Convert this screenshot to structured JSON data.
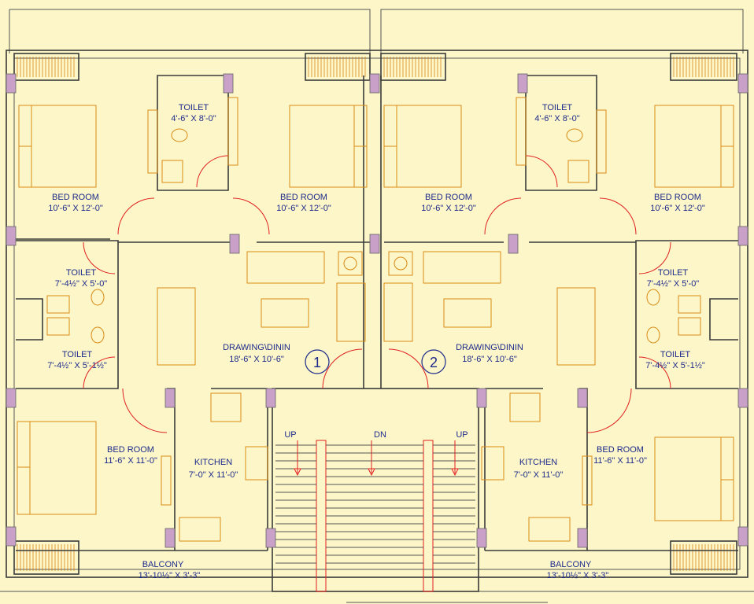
{
  "rooms": {
    "u1_bed_tl": {
      "name": "BED ROOM",
      "size": "10'-6\" X 12'-0\""
    },
    "u1_toilet_top": {
      "name": "TOILET",
      "size": "4'-6\" X 8'-0\""
    },
    "u1_bed_tr": {
      "name": "BED ROOM",
      "size": "10'-6\" X 12'-0\""
    },
    "u1_toilet_mid": {
      "name": "TOILET",
      "size": "7'-4½\" X 5'-0\""
    },
    "u1_toilet_low": {
      "name": "TOILET",
      "size": "7'-4½\" X 5'-1½\""
    },
    "u1_drawing": {
      "name": "DRAWING\\DININ",
      "size": "18'-6\" X 10'-6\""
    },
    "u1_bed_bl": {
      "name": "BED ROOM",
      "size": "11'-6\" X 11'-0\""
    },
    "u1_kitchen": {
      "name": "KITCHEN",
      "size": "7'-0\" X 11'-0\""
    },
    "u1_balcony": {
      "name": "BALCONY",
      "size": "13'-10½\" X 3'-3\""
    },
    "u2_bed_tl": {
      "name": "BED ROOM",
      "size": "10'-6\" X 12'-0\""
    },
    "u2_toilet_top": {
      "name": "TOILET",
      "size": "4'-6\" X 8'-0\""
    },
    "u2_bed_tr": {
      "name": "BED ROOM",
      "size": "10'-6\" X 12'-0\""
    },
    "u2_toilet_mid": {
      "name": "TOILET",
      "size": "7'-4½\" X 5'-0\""
    },
    "u2_toilet_low": {
      "name": "TOILET",
      "size": "7'-4½\" X 5'-1½\""
    },
    "u2_drawing": {
      "name": "DRAWING\\DININ",
      "size": "18'-6\" X 10'-6\""
    },
    "u2_bed_br": {
      "name": "BED ROOM",
      "size": "11'-6\" X 11'-0\""
    },
    "u2_kitchen": {
      "name": "KITCHEN",
      "size": "7'-0\" X 11'-0\""
    },
    "u2_balcony": {
      "name": "BALCONY",
      "size": "13'-10½\" X 3'-3\""
    }
  },
  "units": {
    "unit1": "1",
    "unit2": "2"
  },
  "stairs": {
    "up_left": "UP",
    "down": "DN",
    "up_right": "UP"
  },
  "colors": {
    "wall": "#3a3a3a",
    "furniture": "#d98a14",
    "door": "#e02020",
    "label": "#1c2a8c",
    "column": "#c8a0c8",
    "background": "#fdf6c8"
  }
}
